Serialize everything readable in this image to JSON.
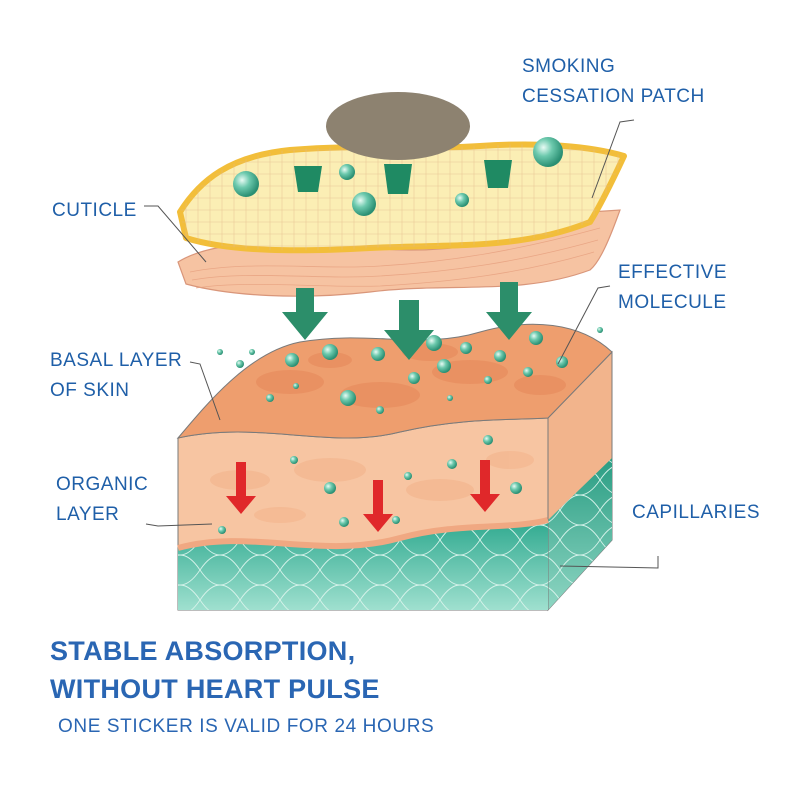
{
  "labels": {
    "patch": [
      "SMOKING",
      "CESSATION PATCH"
    ],
    "cuticle": "CUTICLE",
    "molecule": [
      "EFFECTIVE",
      "MOLECULE"
    ],
    "basal": [
      "BASAL LAYER",
      "OF SKIN"
    ],
    "organic": [
      "ORGANIC",
      "LAYER"
    ],
    "capillaries": "CAPILLARIES"
  },
  "headline": [
    "STABLE ABSORPTION,",
    "WITHOUT HEART PULSE"
  ],
  "subline": "ONE STICKER IS VALID FOR 24 HOURS",
  "colors": {
    "label_text": "#1f5fa8",
    "patch_fill": "#fbeeb4",
    "patch_edge": "#f2be3a",
    "patch_disc": "#8d8270",
    "molecule": "#3fae8f",
    "arrow_green": "#2c8e6a",
    "arrow_red": "#e0282a",
    "skin_top": "#ec9a6a",
    "skin_side": "#f6bf99",
    "capillary": "#49b9a3"
  },
  "icons": [
    "down-arrow-icon",
    "molecule-bubble-icon"
  ]
}
